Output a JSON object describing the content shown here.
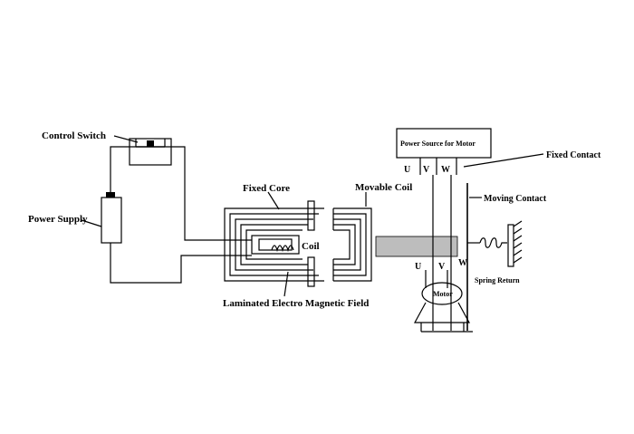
{
  "labels": {
    "control_switch": "Control Switch",
    "power_supply": "Power Supply",
    "fixed_core": "Fixed Core",
    "movable_coil": "Movable Coil",
    "coil": "Coil",
    "laminated_field": "Laminated Electro Magnetic Field",
    "power_source_motor": "Power Source for Motor",
    "fixed_contact": "Fixed Contact",
    "moving_contact": "Moving Contact",
    "spring_return": "Spring Return",
    "motor": "Motor",
    "phase_u_top": "U",
    "phase_v_top": "V",
    "phase_w_top": "W",
    "phase_u_bottom": "U",
    "phase_v_bottom": "V",
    "phase_w_bottom": "W"
  },
  "colors": {
    "line": "#000000",
    "plunger": "#bdbdbd",
    "background": "#ffffff"
  }
}
